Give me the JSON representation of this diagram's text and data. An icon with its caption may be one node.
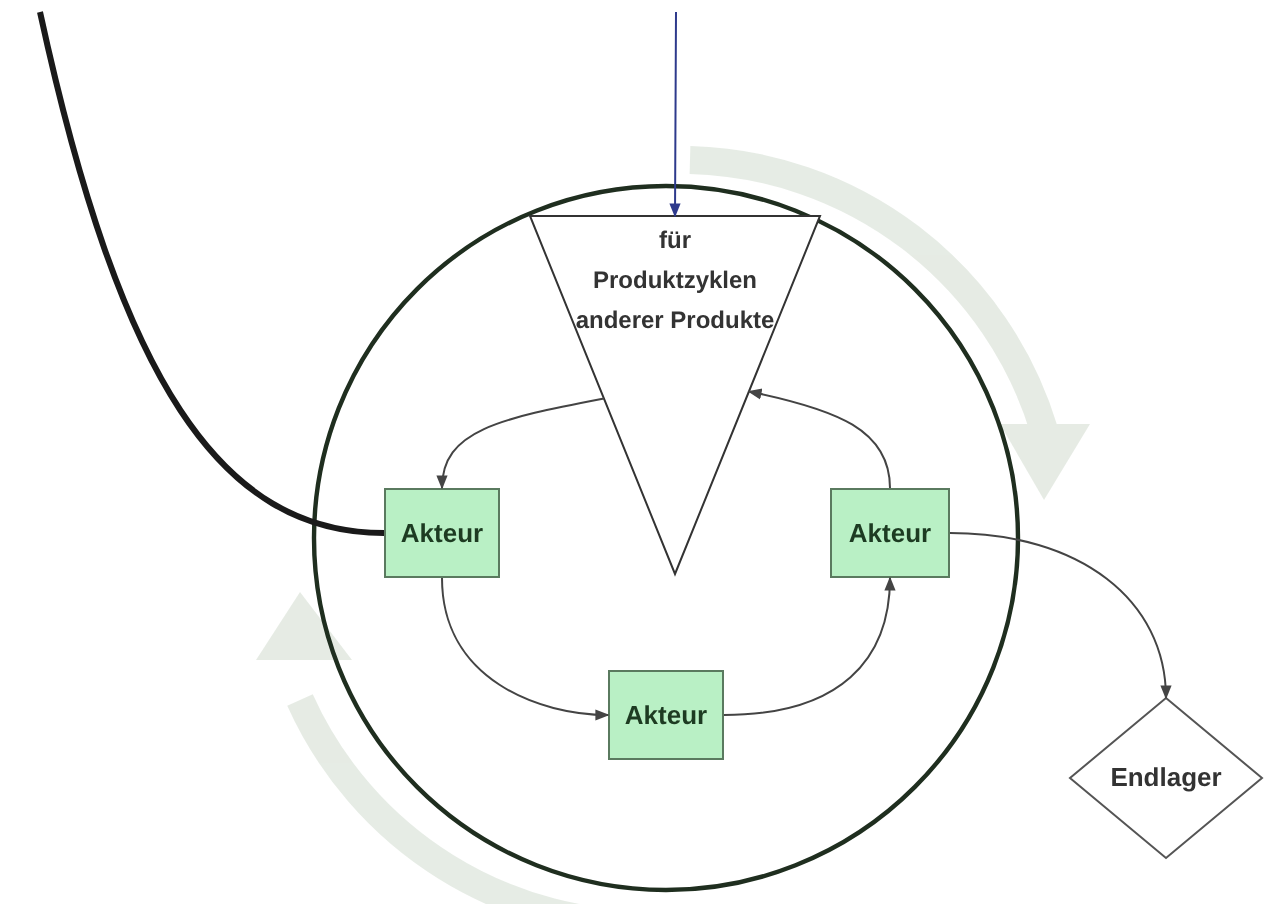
{
  "diagram": {
    "nodes": [
      {
        "text": [],
        "shape": "circle"
      },
      {
        "text": [
          "für Produktzyklen anderer Produkte"
        ],
        "in": 0
      },
      {
        "text": [
          "Akteur"
        ],
        "in": 0
      },
      {
        "text": [
          "Akteur"
        ],
        "in": 0
      },
      {
        "text": [
          "Akteur"
        ],
        "in": 0
      },
      {
        "text": [
          "Endlager"
        ]
      }
    ],
    "edges": [
      {
        "from": null,
        "to": 1,
        "arrow": "to",
        "color": "#2e3a8c"
      },
      {
        "from": null,
        "to": 2,
        "arrow": "none",
        "style": "thick"
      },
      {
        "from": 1,
        "to": 2,
        "arrow": "to"
      },
      {
        "from": 2,
        "to": 4,
        "arrow": "to"
      },
      {
        "from": 4,
        "to": 3,
        "arrow": "to"
      },
      {
        "from": 3,
        "to": 1,
        "arrow": "to"
      },
      {
        "from": 3,
        "to": 5,
        "arrow": "to"
      }
    ]
  }
}
